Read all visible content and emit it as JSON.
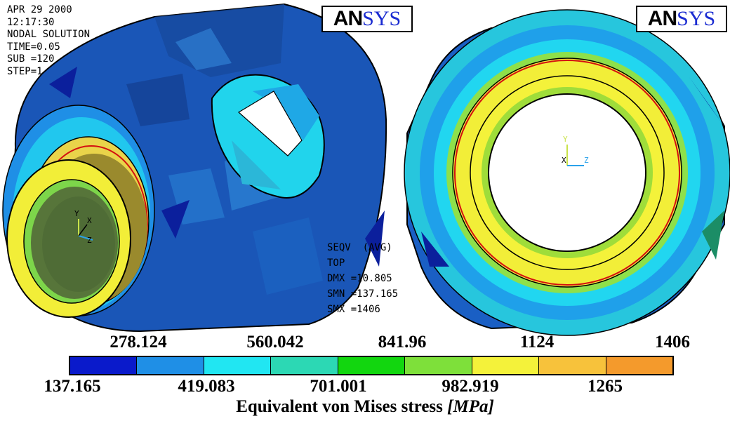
{
  "header_info": {
    "date": "APR 29 2000",
    "time": "12:17:30",
    "solution": "NODAL SOLUTION",
    "time_step": "TIME=0.05",
    "sub": "SUB =120",
    "step": "STEP=1"
  },
  "logos": [
    {
      "an": "AN",
      "sys": "SYS"
    },
    {
      "an": "AN",
      "sys": "SYS"
    }
  ],
  "stats": {
    "seqv": "SEQV  (AVG)",
    "layer": "TOP",
    "dmx": "DMX =10.805",
    "smn": "SMN =137.165",
    "smx": "SMX =1406"
  },
  "axis_triads": [
    {
      "y": "Y",
      "x": "X",
      "z": "Z"
    },
    {
      "y": "Y",
      "x": "X",
      "z": "Z"
    }
  ],
  "legend": {
    "top_ticks": [
      "278.124",
      "560.042",
      "841.96",
      "1124",
      "1406"
    ],
    "bottom_ticks": [
      "137.165",
      "419.083",
      "701.001",
      "982.919",
      "1265"
    ],
    "caption_main": "Equivalent von Mises stress ",
    "caption_unit": "[MPa]",
    "colors": [
      "#0a1acb",
      "#1f8fe6",
      "#21e6f2",
      "#2cd8b4",
      "#12d60f",
      "#7ee03a",
      "#f4f23a",
      "#f7c23b",
      "#f49a2c"
    ]
  }
}
